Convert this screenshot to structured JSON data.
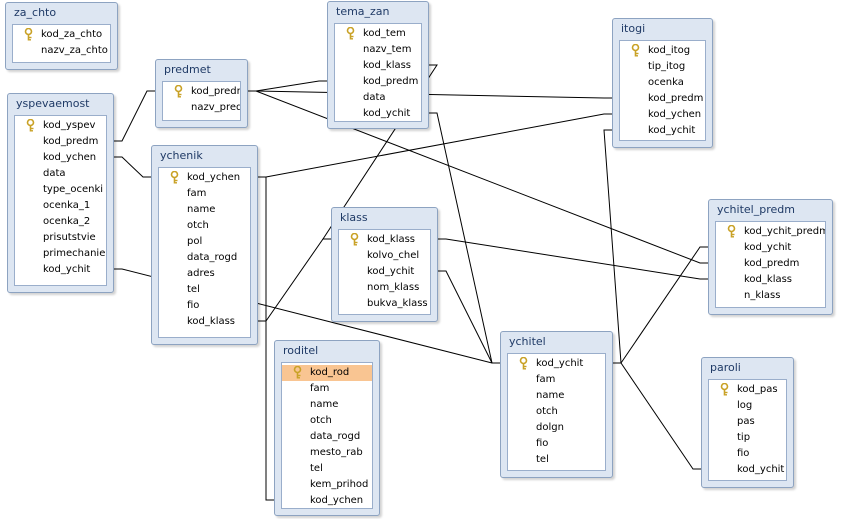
{
  "tables": {
    "za_chto": {
      "title": "za_chto",
      "fields": [
        "kod_za_chto",
        "nazv_za_chto"
      ],
      "pk": [
        0
      ]
    },
    "tema_zan": {
      "title": "tema_zan",
      "fields": [
        "kod_tem",
        "nazv_tem",
        "kod_klass",
        "kod_predm",
        "data",
        "kod_ychit"
      ],
      "pk": [
        0
      ]
    },
    "itogi": {
      "title": "itogi",
      "fields": [
        "kod_itog",
        "tip_itog",
        "ocenka",
        "kod_predm",
        "kod_ychen",
        "kod_ychit"
      ],
      "pk": [
        0
      ]
    },
    "predmet": {
      "title": "predmet",
      "fields": [
        "kod_predm",
        "nazv_predm"
      ],
      "pk": [
        0
      ]
    },
    "yspevaemost": {
      "title": "yspevaemost",
      "fields": [
        "kod_yspev",
        "kod_predm",
        "kod_ychen",
        "data",
        "type_ocenki",
        "ocenka_1",
        "ocenka_2",
        "prisutstvie",
        "primechanie",
        "kod_ychit"
      ],
      "pk": [
        0
      ]
    },
    "ychenik": {
      "title": "ychenik",
      "fields": [
        "kod_ychen",
        "fam",
        "name",
        "otch",
        "pol",
        "data_rogd",
        "adres",
        "tel",
        "fio",
        "kod_klass"
      ],
      "pk": [
        0
      ]
    },
    "klass": {
      "title": "klass",
      "fields": [
        "kod_klass",
        "kolvo_chel",
        "kod_ychit",
        "nom_klass",
        "bukva_klass"
      ],
      "pk": [
        0
      ]
    },
    "ychitel_predm": {
      "title": "ychitel_predm",
      "fields": [
        "kod_ychit_predm",
        "kod_ychit",
        "kod_predm",
        "kod_klass",
        "n_klass"
      ],
      "pk": [
        0
      ]
    },
    "roditel": {
      "title": "roditel",
      "fields": [
        "kod_rod",
        "fam",
        "name",
        "otch",
        "data_rogd",
        "mesto_rab",
        "tel",
        "kem_prihod",
        "kod_ychen"
      ],
      "pk": [
        0
      ],
      "selected": 0
    },
    "ychitel": {
      "title": "ychitel",
      "fields": [
        "kod_ychit",
        "fam",
        "name",
        "otch",
        "dolgn",
        "fio",
        "tel"
      ],
      "pk": [
        0
      ]
    },
    "paroli": {
      "title": "paroli",
      "fields": [
        "kod_pas",
        "log",
        "pas",
        "tip",
        "fio",
        "kod_ychit"
      ],
      "pk": [
        0
      ]
    }
  },
  "relationships": [
    {
      "from": "predmet.kod_predm",
      "to": "tema_zan.kod_predm"
    },
    {
      "from": "predmet.kod_predm",
      "to": "yspevaemost.kod_predm"
    },
    {
      "from": "predmet.kod_predm",
      "to": "itogi.kod_predm"
    },
    {
      "from": "predmet.kod_predm",
      "to": "ychitel_predm.kod_predm"
    },
    {
      "from": "ychenik.kod_ychen",
      "to": "yspevaemost.kod_ychen"
    },
    {
      "from": "ychenik.kod_ychen",
      "to": "itogi.kod_ychen"
    },
    {
      "from": "ychenik.kod_ychen",
      "to": "roditel.kod_ychen"
    },
    {
      "from": "klass.kod_klass",
      "to": "ychenik.kod_klass"
    },
    {
      "from": "klass.kod_klass",
      "to": "tema_zan.kod_klass"
    },
    {
      "from": "klass.kod_klass",
      "to": "ychitel_predm.kod_klass"
    },
    {
      "from": "ychitel.kod_ychit",
      "to": "klass.kod_ychit"
    },
    {
      "from": "ychitel.kod_ychit",
      "to": "tema_zan.kod_ychit"
    },
    {
      "from": "ychitel.kod_ychit",
      "to": "itogi.kod_ychit"
    },
    {
      "from": "ychitel.kod_ychit",
      "to": "ychitel_predm.kod_ychit"
    },
    {
      "from": "ychitel.kod_ychit",
      "to": "paroli.kod_ychit"
    },
    {
      "from": "ychitel.kod_ychit",
      "to": "yspevaemost.kod_ychit"
    }
  ],
  "colors": {
    "table_frame": "#dde6f2",
    "table_border": "#8da3c1",
    "title_text": "#1f3a66",
    "selected_row": "#f9c592",
    "line": "#000000",
    "key_icon": "#c9a227"
  }
}
